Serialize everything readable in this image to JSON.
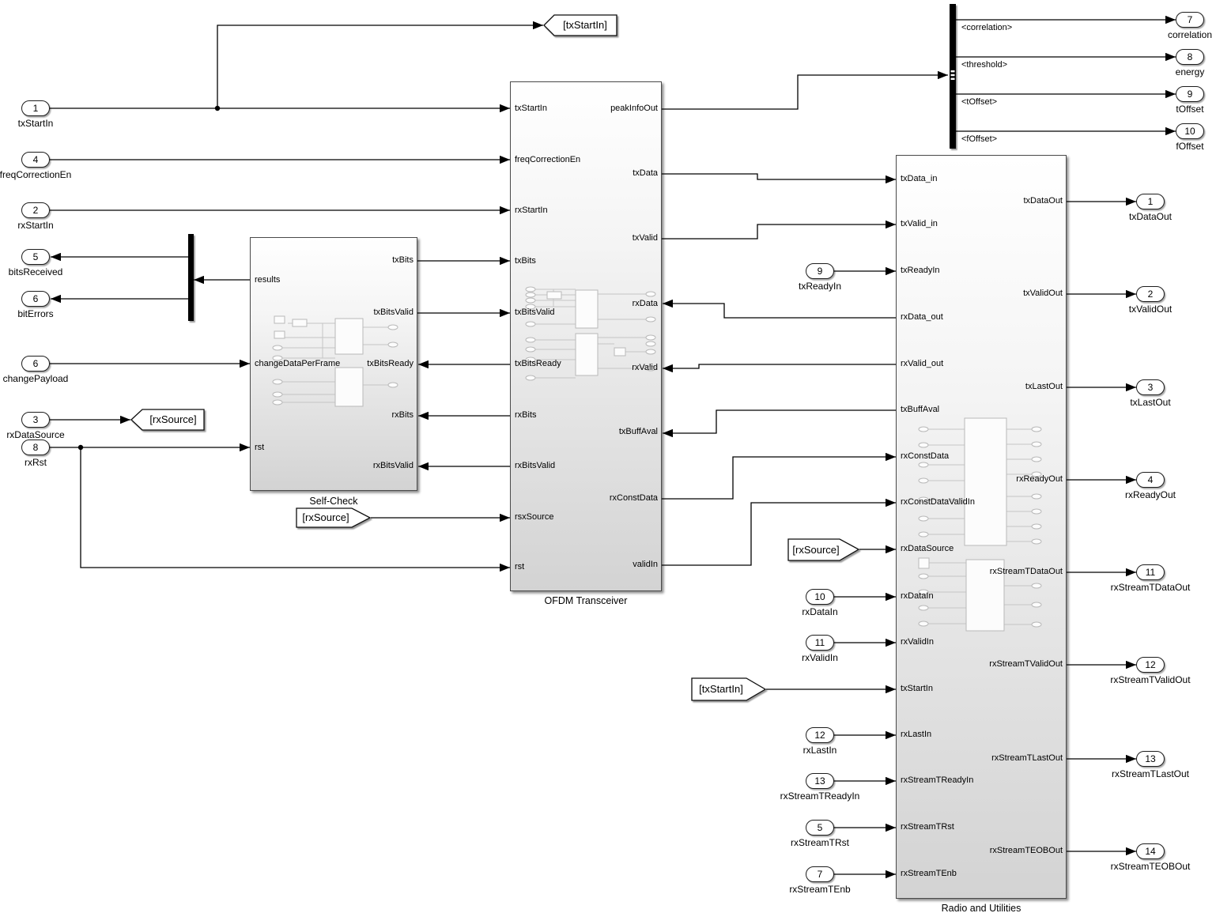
{
  "blocks": {
    "self_check": {
      "title": "Self-Check",
      "ports": {
        "results": "results",
        "changeDataPerFrame": "changeDataPerFrame",
        "rst": "rst",
        "txBits": "txBits",
        "txBitsValid": "txBitsValid",
        "txBitsReady": "txBitsReady",
        "rxBits": "rxBits",
        "rxBitsValid": "rxBitsValid"
      }
    },
    "ofdm": {
      "title": "OFDM Transceiver",
      "ports": {
        "txStartIn": "txStartIn",
        "freqCorrectionEn": "freqCorrectionEn",
        "rxStartIn": "rxStartIn",
        "txBits": "txBits",
        "txBitsValid": "txBitsValid",
        "txBitsReady": "txBitsReady",
        "rxBits": "rxBits",
        "rxBitsValid": "rxBitsValid",
        "rsxSource": "rsxSource",
        "rst": "rst",
        "peakInfoOut": "peakInfoOut",
        "txData": "txData",
        "txValid": "txValid",
        "rxData": "rxData",
        "rxValid": "rxValid",
        "txBuffAval": "txBuffAval",
        "rxConstData": "rxConstData",
        "validIn": "validIn"
      }
    },
    "radio": {
      "title": "Radio and Utilities",
      "ports": {
        "txData_in": "txData_in",
        "txValid_in": "txValid_in",
        "txReadyIn": "txReadyIn",
        "rxData_out": "rxData_out",
        "rxValid_out": "rxValid_out",
        "txBuffAval": "txBuffAval",
        "rxConstData": "rxConstData",
        "rxConstDataValidIn": "rxConstDataValidIn",
        "rxDataSource": "rxDataSource",
        "rxDataIn": "rxDataIn",
        "rxValidIn": "rxValidIn",
        "txStartIn": "txStartIn",
        "rxLastIn": "rxLastIn",
        "rxStreamTReadyIn": "rxStreamTReadyIn",
        "rxStreamTRst": "rxStreamTRst",
        "rxStreamTEnb": "rxStreamTEnb",
        "txDataOut": "txDataOut",
        "txValidOut": "txValidOut",
        "txLastOut": "txLastOut",
        "rxReadyOut": "rxReadyOut",
        "rxStreamTDataOut": "rxStreamTDataOut",
        "rxStreamTValidOut": "rxStreamTValidOut",
        "rxStreamTLastOut": "rxStreamTLastOut",
        "rxStreamTEOBOut": "rxStreamTEOBOut"
      }
    }
  },
  "inports": {
    "txStartIn": {
      "num": "1",
      "label": "txStartIn"
    },
    "freqCorrectionEn": {
      "num": "4",
      "label": "freqCorrectionEn"
    },
    "rxStartIn": {
      "num": "2",
      "label": "rxStartIn"
    },
    "changePayload": {
      "num": "6",
      "label": "changePayload"
    },
    "rxDataSource": {
      "num": "3",
      "label": "rxDataSource"
    },
    "rxRst": {
      "num": "8",
      "label": "rxRst"
    },
    "txReadyIn": {
      "num": "9",
      "label": "txReadyIn"
    },
    "rxDataIn": {
      "num": "10",
      "label": "rxDataIn"
    },
    "rxValidIn": {
      "num": "11",
      "label": "rxValidIn"
    },
    "rxLastIn": {
      "num": "12",
      "label": "rxLastIn"
    },
    "rxStreamTReadyIn": {
      "num": "13",
      "label": "rxStreamTReadyIn"
    },
    "rxStreamTRst": {
      "num": "5",
      "label": "rxStreamTRst"
    },
    "rxStreamTEnb": {
      "num": "7",
      "label": "rxStreamTEnb"
    }
  },
  "outports": {
    "bitsReceived": {
      "num": "5",
      "label": "bitsReceived"
    },
    "bitErrors": {
      "num": "6",
      "label": "bitErrors"
    },
    "correlation": {
      "num": "7",
      "label": "correlation"
    },
    "energy": {
      "num": "8",
      "label": "energy"
    },
    "tOffset": {
      "num": "9",
      "label": "tOffset"
    },
    "fOffset": {
      "num": "10",
      "label": "fOffset"
    },
    "txDataOut": {
      "num": "1",
      "label": "txDataOut"
    },
    "txValidOut": {
      "num": "2",
      "label": "txValidOut"
    },
    "txLastOut": {
      "num": "3",
      "label": "txLastOut"
    },
    "rxReadyOut": {
      "num": "4",
      "label": "rxReadyOut"
    },
    "rxStreamTDataOut": {
      "num": "11",
      "label": "rxStreamTDataOut"
    },
    "rxStreamTValidOut": {
      "num": "12",
      "label": "rxStreamTValidOut"
    },
    "rxStreamTLastOut": {
      "num": "13",
      "label": "rxStreamTLastOut"
    },
    "rxStreamTEOBOut": {
      "num": "14",
      "label": "rxStreamTEOBOut"
    }
  },
  "tags": {
    "goto_txStartIn": "[txStartIn]",
    "goto_rxSource": "[rxSource]",
    "from_rxSource_selfcheck": "[rxSource]",
    "from_rxSource_radio": "[rxSource]",
    "from_txStartIn": "[txStartIn]"
  },
  "bus_selector": {
    "signals": [
      "<correlation>",
      "<threshold>",
      "<tOffset>",
      "<fOffset>"
    ]
  },
  "colors": {
    "wire": "#000000",
    "block_border": "#4a4a4a",
    "block_fill_top": "#ffffff",
    "block_fill_bottom": "#d3d3d3",
    "bus_bar": "#000000"
  }
}
